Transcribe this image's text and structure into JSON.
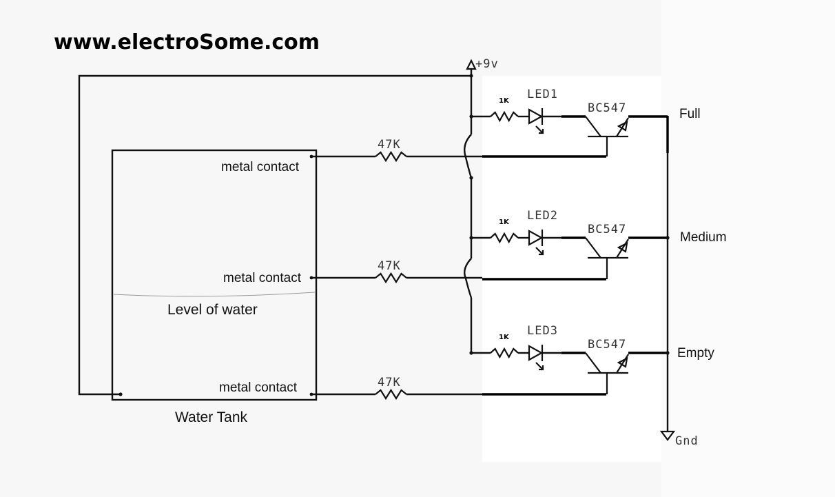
{
  "header": {
    "brand": "www.electroSome.com"
  },
  "tank": {
    "title": "Water Tank",
    "water_level_label": "Level of water",
    "contacts": [
      "metal contact",
      "metal contact",
      "metal contact"
    ]
  },
  "supply": {
    "positive_label": "+9v",
    "ground_label": "Gnd"
  },
  "stages": [
    {
      "led": "LED1",
      "led_resistor": "1K",
      "base_resistor": "47K",
      "transistor": "BC547",
      "output_label": "Full"
    },
    {
      "led": "LED2",
      "led_resistor": "1K",
      "base_resistor": "47K",
      "transistor": "BC547",
      "output_label": "Medium"
    },
    {
      "led": "LED3",
      "led_resistor": "1K",
      "base_resistor": "47K",
      "transistor": "BC547",
      "output_label": "Empty"
    }
  ]
}
